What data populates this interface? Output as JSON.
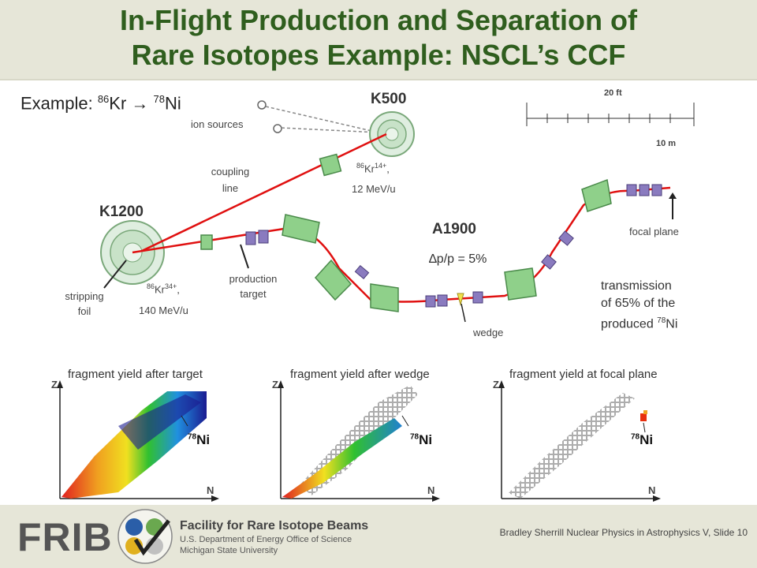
{
  "title": {
    "line1": "In-Flight Production and Separation of",
    "line2": "Rare Isotopes Example:  NSCL’s CCF"
  },
  "example": {
    "prefix": "Example: ",
    "m1": "86",
    "e1": "Kr",
    "arrow": " → ",
    "m2": "78",
    "e2": "Ni"
  },
  "labels": {
    "ion_sources": "ion sources",
    "k500": "K500",
    "k1200": "K1200",
    "a1900": "A1900",
    "coupling1": "coupling",
    "coupling2": "line",
    "kr14_mass": "86",
    "kr14_el": "Kr",
    "kr14_charge": "14+",
    "kr14_sep": ",",
    "kr14_energy": "12 MeV/u",
    "kr34_mass": "86",
    "kr34_el": "Kr",
    "kr34_charge": "34+",
    "kr34_sep": ",",
    "kr34_energy": "140 MeV/u",
    "stripping1": "stripping",
    "stripping2": "foil",
    "production1": "production",
    "production2": "target",
    "dp": "∆p/p = 5%",
    "wedge": "wedge",
    "focal": "focal plane",
    "scale_ft": "20 ft",
    "scale_m": "10 m"
  },
  "transmission": {
    "line1": "transmission",
    "line2": "of 65% of the",
    "line3": "produced ",
    "mass": "78",
    "el": "Ni"
  },
  "panels": [
    {
      "title": "fragment yield after target",
      "y_axis": "Z",
      "x_axis": "N",
      "iso_mass": "78",
      "iso_el": "Ni"
    },
    {
      "title": "fragment yield after wedge",
      "y_axis": "Z",
      "x_axis": "N",
      "iso_mass": "78",
      "iso_el": "Ni"
    },
    {
      "title": "fragment yield at focal plane",
      "y_axis": "Z",
      "x_axis": "N",
      "iso_mass": "78",
      "iso_el": "Ni"
    }
  ],
  "footer": {
    "logo": "FRIB",
    "org1": "Facility for Rare Isotope Beams",
    "org2": "U.S. Department of Energy Office of Science",
    "org3": "Michigan State University",
    "slide": "Bradley Sherrill Nuclear Physics in Astrophysics V, Slide 10"
  },
  "colors": {
    "title": "#2f5e1e",
    "beam": "#e01010",
    "magnet_fill": "#8fd08a",
    "quad_fill": "#8a7bbf",
    "header_bg": "#e6e6d8"
  }
}
